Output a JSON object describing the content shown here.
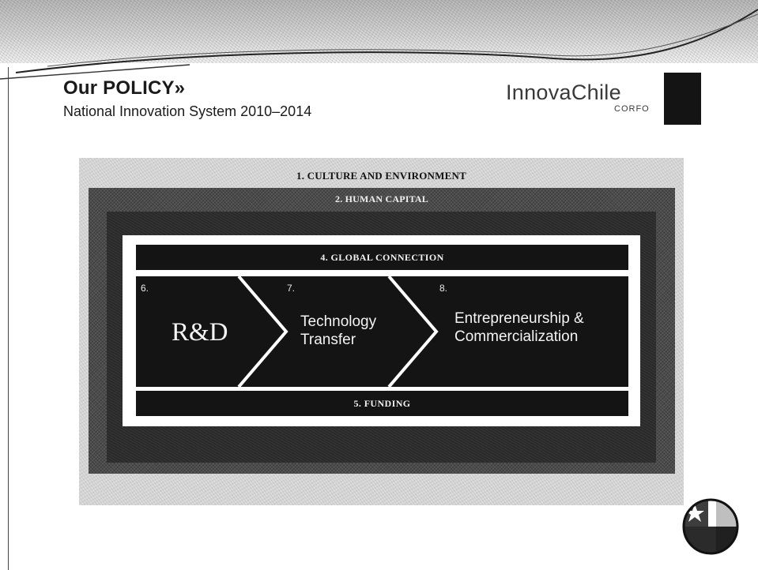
{
  "slide": {
    "title": "Our POLICY»",
    "subtitle": "National Innovation System 2010–2014"
  },
  "logo": {
    "main": "InnovaChile",
    "sub": "CORFO"
  },
  "diagram": {
    "culture_label": "1. CULTURE AND ENVIRONMENT",
    "human_capital_label": "2. HUMAN CAPITAL",
    "global_connection_label": "4. GLOBAL CONNECTION",
    "funding_label": "5. FUNDING",
    "stages": [
      {
        "number": "6.",
        "lines": [
          "R&D"
        ]
      },
      {
        "number": "7.",
        "lines": [
          "Technology",
          "Transfer"
        ]
      },
      {
        "number": "8.",
        "lines": [
          "Entrepreneurship &",
          "Commercialization"
        ]
      }
    ]
  },
  "colors": {
    "dark_fill": "#141414",
    "frame_gray": "#4c4c4c",
    "panel_white": "#ffffff"
  },
  "icons": {
    "flag": "chile-flag-globe-icon"
  }
}
